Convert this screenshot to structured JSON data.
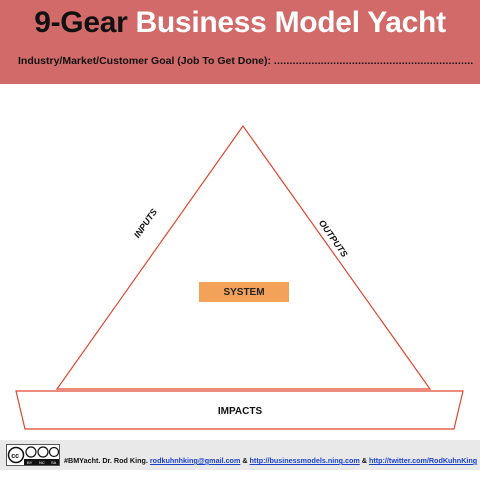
{
  "header": {
    "title_part1": "9-Gear",
    "title_part2": "Business Model Yacht",
    "goal_label": "Industry/Market/Customer Goal (Job To Get Done):",
    "goal_dots": "..............................................................................."
  },
  "diagram": {
    "inputs_label": "INPUTS",
    "outputs_label": "OUTPUTS",
    "system_label": "SYSTEM",
    "impacts_label": "IMPACTS",
    "colors": {
      "outline": "#e0452f",
      "system_fill": "#f4a259"
    }
  },
  "footer": {
    "license_icon": "cc-by-nc-sa-icon",
    "license_text_by": "BY",
    "license_text_nc": "NC",
    "license_text_sa": "SA",
    "credit": "#BMYacht. Dr. Rod King.",
    "email": "rodkuhnhking@gmail.com",
    "amp1": "&",
    "link1": "http://businessmodels.ning.com",
    "amp2": "&",
    "link2": "http://twitter.com/RodKuhnKing"
  }
}
